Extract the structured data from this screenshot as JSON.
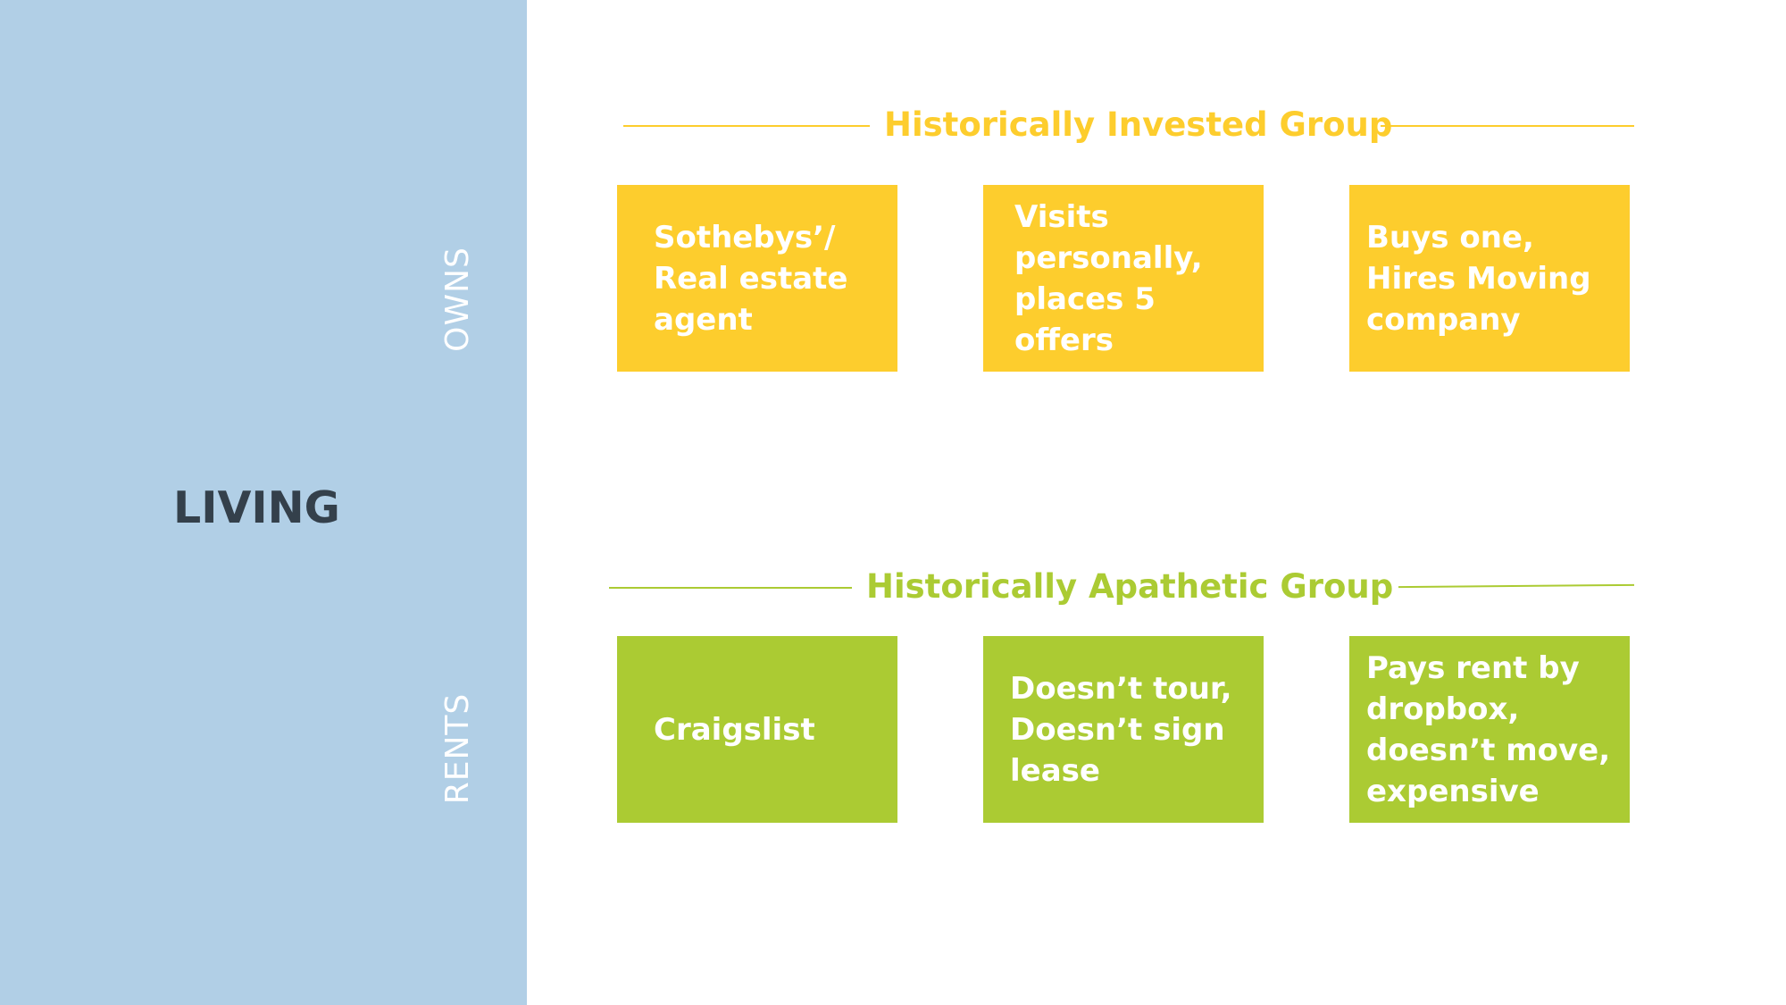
{
  "colors": {
    "sidebar": "#b1cfe6",
    "invested": "#fdcd2d",
    "apathetic": "#abcb33"
  },
  "sidebar": {
    "title": "LIVING"
  },
  "rows": {
    "owns_label": "OWNS",
    "rents_label": "RENTS"
  },
  "groups": {
    "invested": {
      "title": "Historically Invested Group",
      "cards": [
        "Sothebys’/\nReal estate\nagent",
        "Visits\npersonally,\nplaces 5\noffers",
        "Buys one,\nHires Moving\ncompany"
      ]
    },
    "apathetic": {
      "title": "Historically Apathetic Group",
      "cards": [
        "Craigslist",
        "Doesn’t tour,\nDoesn’t sign\nlease",
        "Pays rent by\ndropbox,\ndoesn’t move,\nexpensive"
      ]
    }
  }
}
